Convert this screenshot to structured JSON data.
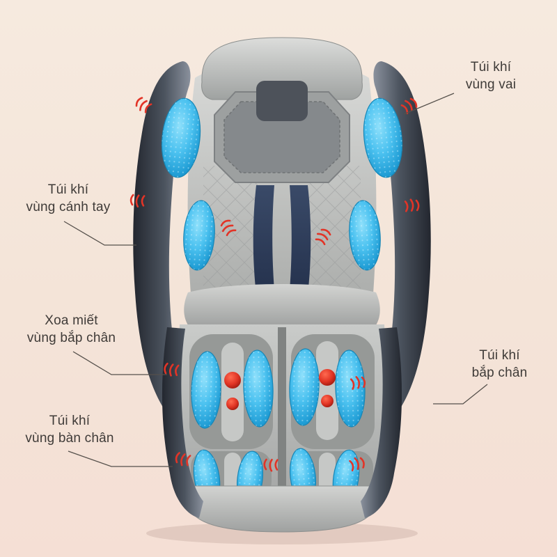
{
  "annotations": {
    "shoulder_airbag": {
      "line1": "Túi khí",
      "line2": "vùng vai"
    },
    "arm_airbag": {
      "line1": "Túi khí",
      "line2": "vùng cánh tay"
    },
    "calf_massage": {
      "line1": "Xoa miết",
      "line2": "vùng bắp chân"
    },
    "calf_airbag": {
      "line1": "Túi khí",
      "line2": "bắp chân"
    },
    "foot_airbag": {
      "line1": "Túi khí",
      "line2": "vùng bàn chân"
    }
  },
  "colors": {
    "background_beige": "#f4e4d8",
    "airbag_blue": "#3fb9ea",
    "accent_red": "#e03528",
    "chair_dark": "#3a4250",
    "chair_light": "#c9cac8",
    "navy_panel": "#2b3a55",
    "label_text": "#3f3b38"
  }
}
